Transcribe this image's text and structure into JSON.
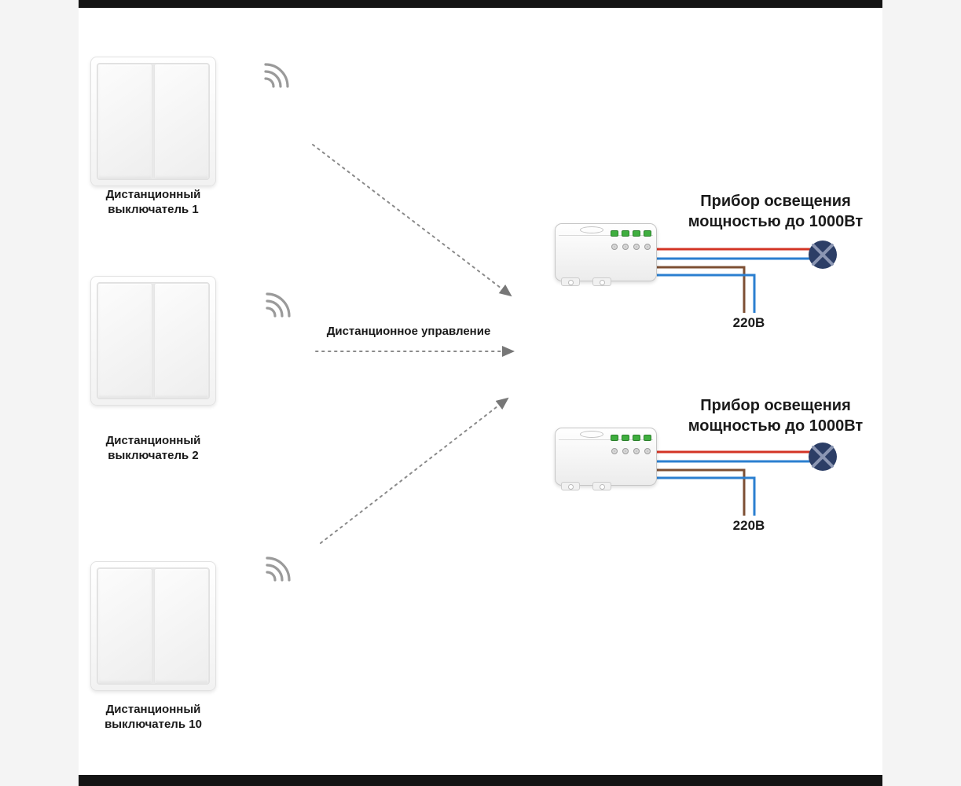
{
  "diagram": {
    "switches": [
      {
        "line1": "Дистанционный",
        "line2": "выключатель 1"
      },
      {
        "line1": "Дистанционный",
        "line2": "выключатель 2"
      },
      {
        "line1": "Дистанционный",
        "line2": "выключатель 10"
      }
    ],
    "center_label": "Дистанционное управление",
    "fixtures": [
      {
        "title_line1": "Прибор освещения",
        "title_line2": "мощностью до 1000Вт",
        "voltage": "220В"
      },
      {
        "title_line1": "Прибор освещения",
        "title_line2": "мощностью до 1000Вт",
        "voltage": "220В"
      }
    ],
    "icons": {
      "wifi": "wifi-waves-icon",
      "lamp": "lamp-cross-icon",
      "relay": "relay-module"
    },
    "colors": {
      "wire_live_red": "#d33425",
      "wire_neutral_blue": "#2b7fd0",
      "wire_ground_brown": "#7d4f33",
      "lamp_fill": "#2c3e66",
      "arrow_gray": "#8a8a8a",
      "led_green": "#3fae3f"
    }
  }
}
